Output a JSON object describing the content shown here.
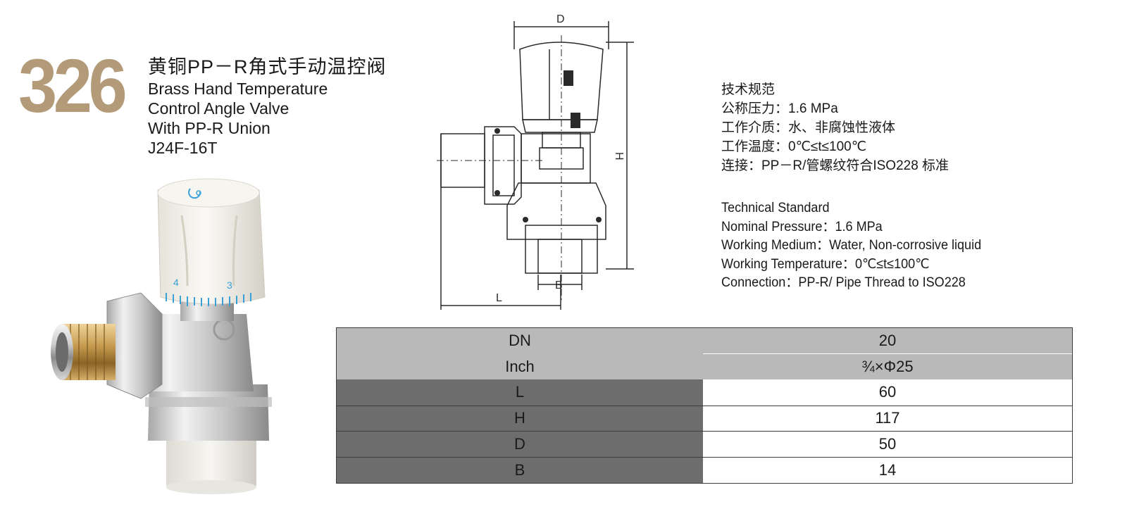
{
  "header": {
    "model_number": "326",
    "title_cn": "黄铜PP－R角式手动温控阀",
    "title_en_lines": [
      "Brass Hand Temperature",
      "Control Angle Valve",
      "With PP-R Union",
      "J24F-16T"
    ]
  },
  "photo": {
    "dial_numbers": [
      "4",
      "3"
    ]
  },
  "drawing": {
    "labels": {
      "D": "D",
      "H": "H",
      "L": "L",
      "B": "B"
    }
  },
  "specs_cn": {
    "heading": "技术规范",
    "lines": [
      "公称压力：1.6 MPa",
      "工作介质：水、非腐蚀性液体",
      "工作温度：0℃≤t≤100℃",
      "连接：PP－R/管螺纹符合ISO228 标准"
    ]
  },
  "specs_en": {
    "heading": "Technical Standard",
    "lines": [
      "Nominal Pressure：1.6 MPa",
      "Working Medium：Water, Non-corrosive liquid",
      "Working Temperature：0℃≤t≤100℃",
      "Connection：PP-R/ Pipe Thread to ISO228"
    ]
  },
  "table": {
    "header_rows": [
      {
        "label": "DN",
        "value": "20"
      },
      {
        "label": "Inch",
        "value": "¾×Φ25"
      }
    ],
    "rows": [
      {
        "label": "L",
        "value": "60"
      },
      {
        "label": "H",
        "value": "117"
      },
      {
        "label": "D",
        "value": "50"
      },
      {
        "label": "B",
        "value": "14"
      }
    ]
  },
  "colors": {
    "model_number": "#b39a78",
    "header_row_bg": "#b9b9b9",
    "label_cell_bg": "#6d6d6d",
    "value_cell_bg": "#ffffff"
  }
}
